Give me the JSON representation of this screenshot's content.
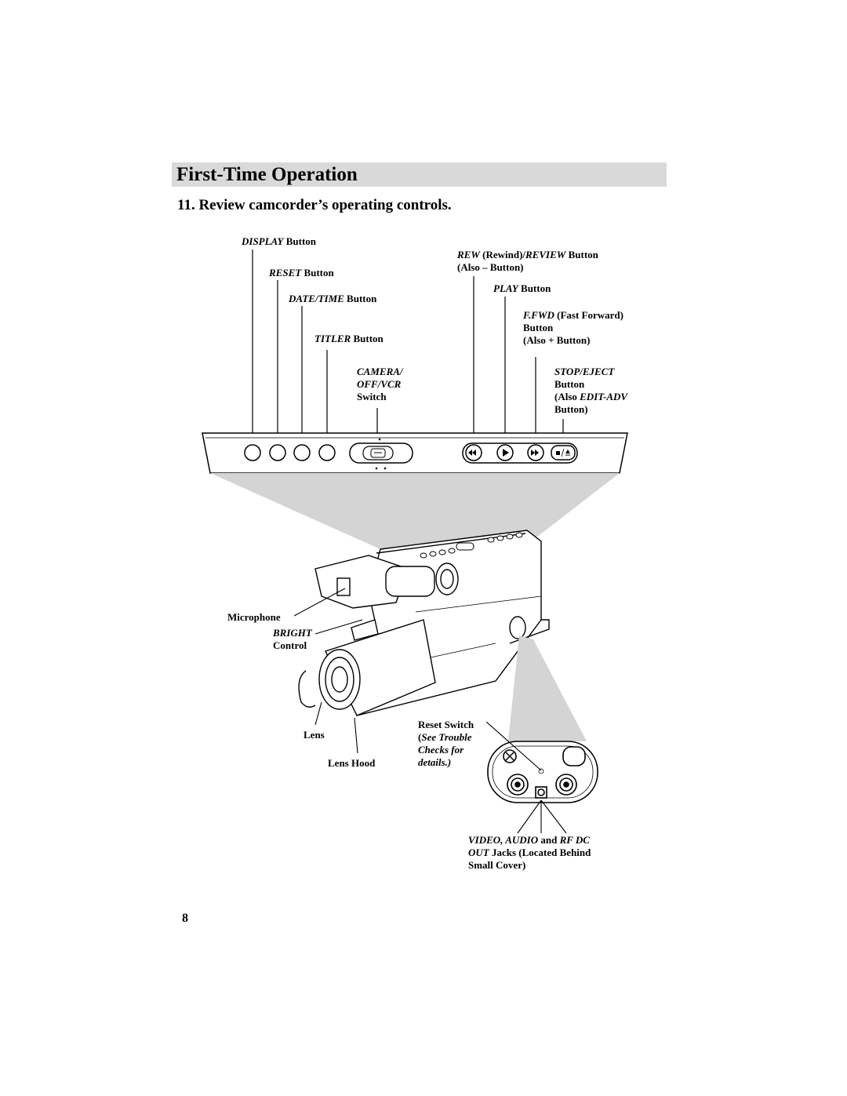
{
  "header": {
    "title": "First-Time Operation"
  },
  "step": {
    "text": "11.  Review camcorder’s operating controls."
  },
  "labels": {
    "display": {
      "italic": "DISPLAY",
      "rest": " Button"
    },
    "reset": {
      "italic": "RESET",
      "rest": " Button"
    },
    "datetime": {
      "italic": "DATE/TIME",
      "rest": " Button"
    },
    "titler": {
      "italic": "TITLER",
      "rest": " Button"
    },
    "camera_l1": "CAMERA/",
    "camera_l2": "OFF/VCR",
    "camera_l3": "Switch",
    "rew_italic1": "REW",
    "rew_mid": " (Rewind)/",
    "rew_italic2": "REVIEW",
    "rew_end": " Button",
    "rew_l2": "(Also – Button)",
    "play": {
      "italic": "PLAY",
      "rest": " Button"
    },
    "ffwd_italic": "F.FWD",
    "ffwd_rest": " (Fast Forward)",
    "ffwd_l2": "Button",
    "ffwd_l3": "(Also + Button)",
    "stop_l1": "STOP/EJECT",
    "stop_l2": "Button",
    "stop_l3a": "(Also ",
    "stop_l3b": "EDIT-ADV",
    "stop_l4": "Button)",
    "microphone": "Microphone",
    "bright_l1": "BRIGHT",
    "bright_l2": "Control",
    "lens": "Lens",
    "lens_hood": "Lens Hood",
    "reset_switch_l1": "Reset Switch",
    "reset_switch_l2a": "(",
    "reset_switch_l2b": "See Trouble",
    "reset_switch_l3": "Checks for",
    "reset_switch_l4": "details.)",
    "jacks_l1a": "VIDEO, AUDIO",
    "jacks_l1b": " and ",
    "jacks_l1c": "RF DC",
    "jacks_l2a": "OUT",
    "jacks_l2b": " Jacks (Located Behind",
    "jacks_l3": "Small Cover)"
  },
  "page_number": "8"
}
